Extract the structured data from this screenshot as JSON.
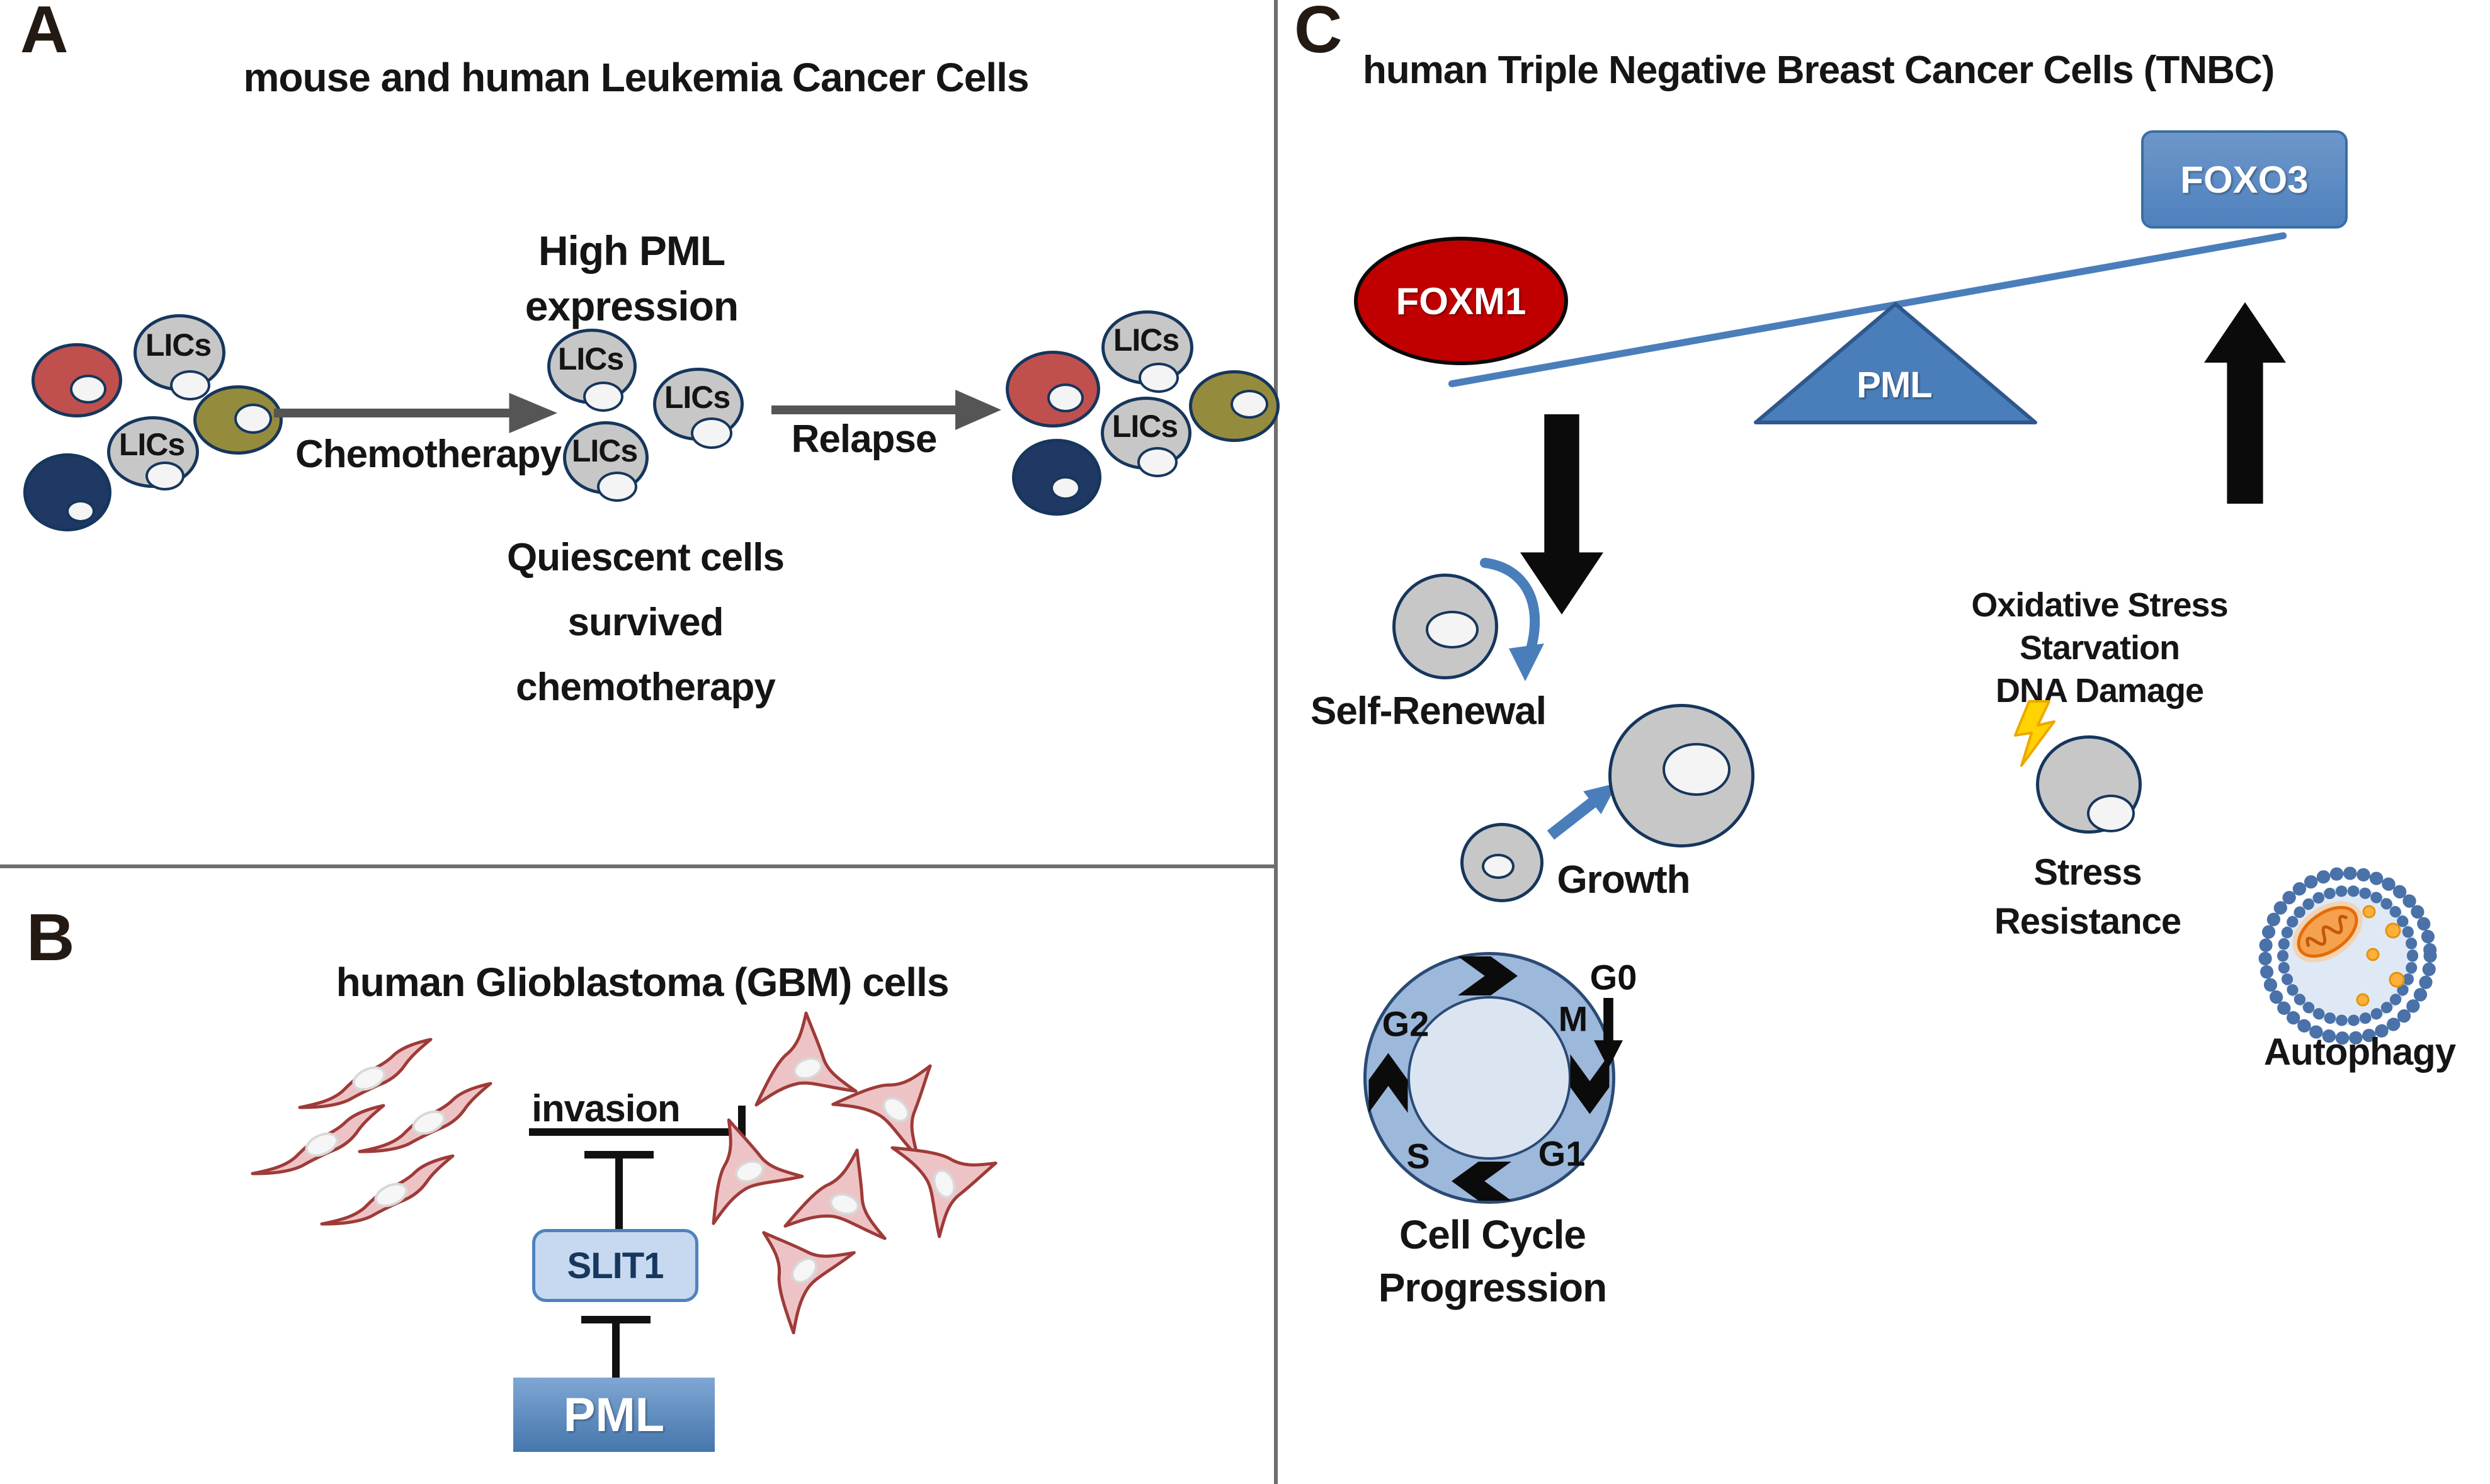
{
  "figure": {
    "type": "scientific-diagram",
    "description": "Three-panel diagram of PML roles in cancer cells"
  },
  "colors": {
    "accent_blue": "#4f81bd",
    "accent_blue_dark": "#2e578c",
    "seesaw_blue": "#4a7ebb",
    "foxm1_red": "#c00000",
    "cell_red": "#c0504d",
    "cell_navy": "#1f3864",
    "cell_olive": "#948b3d",
    "cell_gray": "#c7c7c7",
    "cell_border_navy": "#16365c",
    "pink_cell": "#eec3c6",
    "pink_border": "#9e3b38",
    "arrow_gray": "#555555",
    "ring_fill": "#9cb8da",
    "ring_inner": "#dbe5f1",
    "slit1_fill": "#c6d9f0",
    "bead_blue": "#4a71a8",
    "mito_orange": "#f6a14d",
    "lightning_yellow": "#ffd200",
    "text_black": "#151515"
  },
  "panel_a": {
    "label": "A",
    "title": "mouse and human Leukemia Cancer Cells",
    "lics": "LICs",
    "chemotherapy": "Chemotherapy",
    "high_pml_line1": "High PML",
    "high_pml_line2": "expression",
    "quiescent_line1": "Quiescent cells",
    "quiescent_line2": "survived",
    "quiescent_line3": "chemotherapy",
    "relapse": "Relapse"
  },
  "panel_b": {
    "label": "B",
    "title": "human Glioblastoma (GBM) cells",
    "invasion": "invasion",
    "slit1": "SLIT1",
    "pml": "PML"
  },
  "panel_c": {
    "label": "C",
    "title": "human Triple Negative Breast Cancer Cells (TNBC)",
    "foxm1": "FOXM1",
    "foxo3": "FOXO3",
    "pml": "PML",
    "self_renewal": "Self-Renewal",
    "growth": "Growth",
    "cell_cycle_line1": "Cell Cycle",
    "cell_cycle_line2": "Progression",
    "phase_g0": "G0",
    "phase_g1": "G1",
    "phase_g2": "G2",
    "phase_m": "M",
    "phase_s": "S",
    "stress_line1": "Oxidative Stress",
    "stress_line2": "Starvation",
    "stress_line3": "DNA Damage",
    "resistance_line1": "Stress",
    "resistance_line2": "Resistance",
    "autophagy": "Autophagy"
  }
}
